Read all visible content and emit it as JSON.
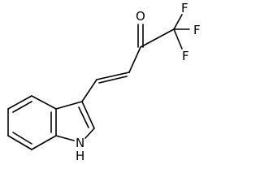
{
  "structure": {
    "atoms": {
      "oxygen": "O",
      "fluorine_top": "F",
      "fluorine_right": "F",
      "fluorine_bottom": "F",
      "nitrogen": "N",
      "hydrogen": "H"
    }
  }
}
